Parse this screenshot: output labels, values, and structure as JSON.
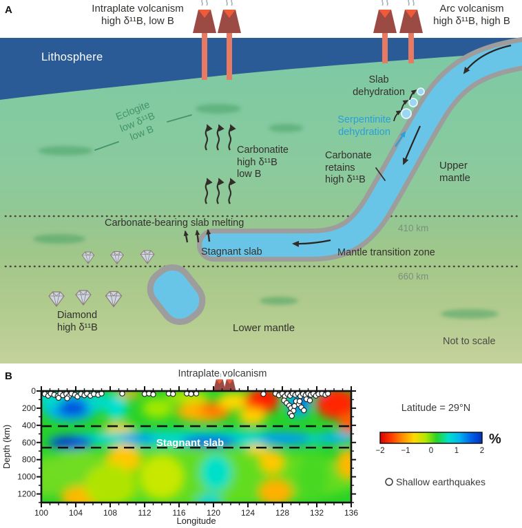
{
  "panelA": {
    "label": "A",
    "labels": {
      "intraplate1": "Intraplate volcanism",
      "intraplate2": "high δ¹¹B, low B",
      "arc1": "Arc volcanism",
      "arc2": "high δ¹¹B, high B",
      "lithosphere": "Lithosphere",
      "slab_dehy1": "Slab",
      "slab_dehy2": "dehydration",
      "serp1": "Serpentinite",
      "serp2": "dehydration",
      "eclogite1": "Eclogite",
      "eclogite2": "low δ¹¹B",
      "eclogite3": "low B",
      "carbonatite1": "Carbonatite",
      "carbonatite2": "high δ¹¹B",
      "carbonatite3": "low B",
      "carbretain1": "Carbonate",
      "carbretain2": "retains",
      "carbretain3": "high δ¹¹B",
      "upper1": "Upper",
      "upper2": "mantle",
      "melting": "Carbonate-bearing slab melting",
      "stagnant": "Stagnant slab",
      "mtz": "Mantle transition zone",
      "km410": "410 km",
      "km660": "660 km",
      "diamond1": "Diamond",
      "diamond2": "high δ¹¹B",
      "lower": "Lower mantle",
      "scale": "Not to scale"
    },
    "colors": {
      "lithosphere": "#2b5b97",
      "slab": "#69c5e7",
      "slab_rim": "#9d9d9d",
      "serpentinite_text": "#2b9fd6",
      "eclogite_text": "#42946a",
      "volcano_body": "#9c4a44",
      "lava": "#ef5b39"
    }
  },
  "panelB": {
    "label": "B"
  },
  "chart_data": {
    "type": "heatmap",
    "title": "Intraplate volcanism",
    "xlabel": "Longitude",
    "ylabel": "Depth (km)",
    "x_range": [
      100,
      136
    ],
    "depth_range_km": [
      0,
      1300
    ],
    "x_ticks": [
      100,
      104,
      108,
      112,
      116,
      120,
      124,
      128,
      132,
      136
    ],
    "y_ticks": [
      0,
      200,
      400,
      600,
      800,
      1000,
      1200
    ],
    "dashed_discontinuities_km": [
      410,
      660
    ],
    "slab_annotation": "Stagnant slab",
    "latitude_label": "Latitude = 29°N",
    "legend_label": "Shallow earthquakes",
    "volcano_longitudes": [
      120.7,
      121.9
    ],
    "colorbar": {
      "ticks": [
        -2,
        -1,
        0,
        1,
        2
      ],
      "unit": "%",
      "colors": [
        "#dc0000",
        "#ff3c00",
        "#ff9000",
        "#ffd800",
        "#b4e800",
        "#28d228",
        "#00e0c8",
        "#00b4f0",
        "#0064e8",
        "#0030c0"
      ]
    },
    "background_color": "#28d228",
    "anomaly_regions": [
      [
        118,
        1000,
        20,
        330,
        "#9ce81c",
        0.5
      ],
      [
        103.3,
        190,
        3.2,
        170,
        "#00b8f0",
        1
      ],
      [
        103.6,
        200,
        1.8,
        100,
        "#0050dc",
        1
      ],
      [
        101.0,
        80,
        1.6,
        120,
        "#00d8c8",
        1
      ],
      [
        106.5,
        120,
        1.2,
        120,
        "#00d8c8",
        1
      ],
      [
        108.7,
        180,
        1.3,
        160,
        "#00e0d0",
        1
      ],
      [
        110.2,
        35,
        1.4,
        45,
        "#ffb000",
        1
      ],
      [
        109.0,
        430,
        1.8,
        60,
        "#ffd000",
        1
      ],
      [
        113.5,
        200,
        1.8,
        120,
        "#a0e800",
        1
      ],
      [
        117.0,
        70,
        2.4,
        70,
        "#c0e800",
        1
      ],
      [
        118.8,
        240,
        3.2,
        120,
        "#ffb000",
        1
      ],
      [
        120.2,
        220,
        1.8,
        90,
        "#ff7800",
        1
      ],
      [
        122.5,
        120,
        2.0,
        100,
        "#ffd800",
        1
      ],
      [
        125.6,
        120,
        2.0,
        150,
        "#ff3000",
        1
      ],
      [
        126.3,
        60,
        1.4,
        60,
        "#ff0000",
        1
      ],
      [
        124.5,
        300,
        1.6,
        100,
        "#ffd000",
        1
      ],
      [
        129.9,
        140,
        1.5,
        170,
        "#00b0f0",
        1
      ],
      [
        130.2,
        110,
        0.9,
        90,
        "#0060e8",
        1
      ],
      [
        129.6,
        25,
        1.0,
        35,
        "#00e0d0",
        1
      ],
      [
        133.2,
        40,
        1.1,
        50,
        "#0080e8",
        1
      ],
      [
        134.3,
        150,
        2.4,
        180,
        "#ff2800",
        1
      ],
      [
        135.8,
        380,
        1.2,
        120,
        "#ff6000",
        1
      ],
      [
        118,
        555,
        17,
        95,
        "#00d8cc",
        1
      ],
      [
        103.4,
        600,
        2.6,
        80,
        "#0048e0",
        1
      ],
      [
        102.8,
        590,
        1.2,
        50,
        "#0030c0",
        1
      ],
      [
        111.3,
        555,
        2.0,
        60,
        "#00a0f0",
        1
      ],
      [
        119.5,
        590,
        3.2,
        70,
        "#0068e8",
        1
      ],
      [
        128.3,
        555,
        3.0,
        80,
        "#00a0f0",
        1
      ],
      [
        134.2,
        545,
        2.2,
        70,
        "#00b8f0",
        1
      ],
      [
        125.0,
        690,
        1.3,
        60,
        "#ffd000",
        1
      ],
      [
        104.3,
        900,
        3.5,
        220,
        "#70dc20",
        1
      ],
      [
        104.8,
        1240,
        2.6,
        130,
        "#ffb800",
        1
      ],
      [
        109.6,
        790,
        2.0,
        170,
        "#ffc800",
        1
      ],
      [
        108.0,
        1100,
        3.0,
        250,
        "#b0e400",
        1
      ],
      [
        114.0,
        1000,
        2.6,
        260,
        "#c8e800",
        1
      ],
      [
        120.3,
        950,
        1.9,
        220,
        "#00e0c8",
        1
      ],
      [
        119.5,
        1280,
        1.6,
        90,
        "#00d8d0",
        1
      ],
      [
        126.8,
        830,
        1.5,
        140,
        "#ffc800",
        1
      ],
      [
        127.2,
        1180,
        2.0,
        160,
        "#ffb000",
        1
      ],
      [
        135.6,
        850,
        1.3,
        180,
        "#ffb800",
        1
      ],
      [
        131.5,
        1000,
        2.0,
        300,
        "#48d820",
        1
      ],
      [
        100.6,
        1000,
        1.4,
        250,
        "#70dc20",
        1
      ]
    ],
    "earthquakes": [
      [
        100.4,
        35
      ],
      [
        100.8,
        55
      ],
      [
        101.1,
        30
      ],
      [
        101.5,
        45
      ],
      [
        101.9,
        60
      ],
      [
        102.2,
        30
      ],
      [
        102.5,
        50
      ],
      [
        102.9,
        35
      ],
      [
        103.2,
        60
      ],
      [
        103.5,
        30
      ],
      [
        103.9,
        45
      ],
      [
        104.2,
        65
      ],
      [
        104.6,
        35
      ],
      [
        105.0,
        50
      ],
      [
        105.3,
        30
      ],
      [
        105.7,
        55
      ],
      [
        106.1,
        35
      ],
      [
        106.6,
        45
      ],
      [
        107.0,
        30
      ],
      [
        102.0,
        80
      ],
      [
        103.0,
        85
      ],
      [
        109.4,
        30
      ],
      [
        112.0,
        35
      ],
      [
        112.5,
        30
      ],
      [
        113.0,
        40
      ],
      [
        114.8,
        30
      ],
      [
        115.3,
        35
      ],
      [
        116.9,
        30
      ],
      [
        117.4,
        35
      ],
      [
        118.0,
        30
      ],
      [
        125.8,
        35
      ],
      [
        127.2,
        30
      ],
      [
        127.6,
        50
      ],
      [
        128.0,
        30
      ],
      [
        128.3,
        60
      ],
      [
        128.6,
        35
      ],
      [
        128.9,
        55
      ],
      [
        129.2,
        30
      ],
      [
        129.5,
        45
      ],
      [
        129.8,
        30
      ],
      [
        130.1,
        60
      ],
      [
        130.4,
        35
      ],
      [
        130.7,
        50
      ],
      [
        131.0,
        30
      ],
      [
        131.3,
        45
      ],
      [
        131.6,
        30
      ],
      [
        131.9,
        55
      ],
      [
        132.2,
        35
      ],
      [
        132.6,
        30
      ],
      [
        133.0,
        45
      ],
      [
        133.3,
        30
      ],
      [
        128.2,
        110
      ],
      [
        128.5,
        140
      ],
      [
        128.8,
        170
      ],
      [
        129.0,
        200
      ],
      [
        129.3,
        230
      ],
      [
        128.9,
        260
      ],
      [
        129.1,
        290
      ],
      [
        129.6,
        120
      ],
      [
        129.9,
        155
      ],
      [
        130.2,
        190
      ],
      [
        130.5,
        225
      ],
      [
        129.4,
        175
      ],
      [
        130.0,
        120
      ],
      [
        130.8,
        95
      ],
      [
        131.2,
        110
      ]
    ]
  }
}
